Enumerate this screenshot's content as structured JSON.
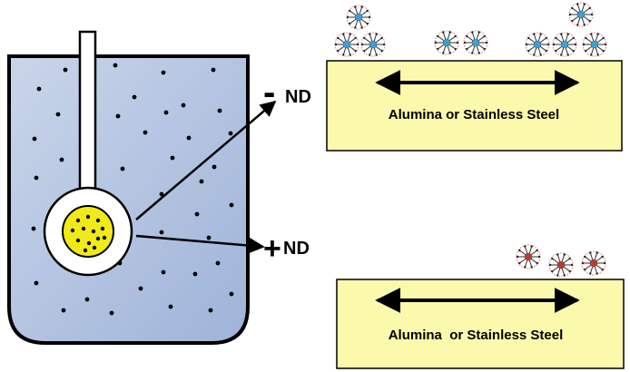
{
  "beaker": {
    "liquid_color_top": "#c9d5e9",
    "liquid_color_bottom": "#9fb3d9",
    "particle_color": "#000000"
  },
  "probe": {
    "core_color": "#f2ea16",
    "ring_color": "#ffffff"
  },
  "labels": {
    "negative_sign": "-",
    "negative_label": "ND",
    "positive_sign": "+",
    "positive_label": "ND"
  },
  "substrate_top": {
    "label": "Alumina or Stainless Steel",
    "fill": "#fbf9ac",
    "particle_core_color": "#3aa0d9"
  },
  "substrate_bottom": {
    "label": "Alumina  or Stainless Steel",
    "fill": "#fbf9ac",
    "particle_core_color": "#c0392b"
  }
}
